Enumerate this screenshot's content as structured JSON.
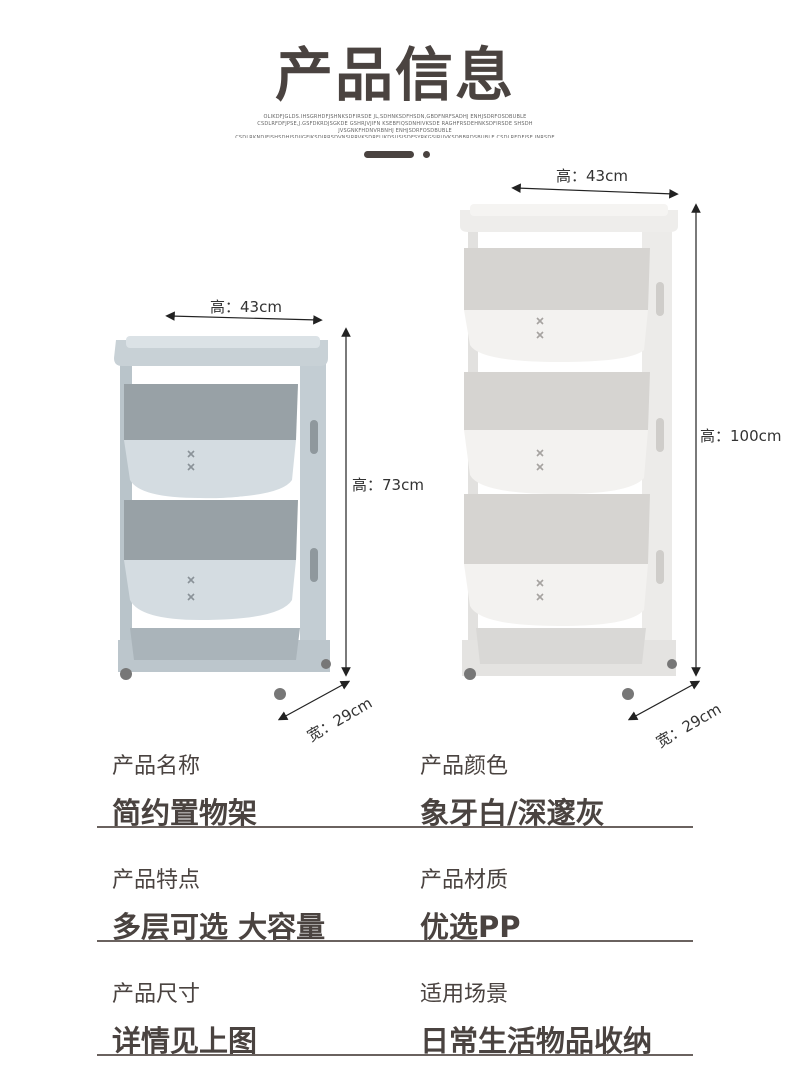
{
  "header": {
    "title": "产品信息",
    "decor_text": "OLIKDFJGLDS.IHSGRHDFJSHNKSDFIRSDE JL,SDHNKSDFHSDN,GBDFNRFSADHJ ENHJSDRFOSDBUBLE CSDLRFDFJPSE,J.GSFDKRDJSGKDE GSHRJVJIFN KSEBFIQSDNHIVKSDE RAGHFRSDEHNKSDFIRSDE SHSDH JVSGNKFHDNVRBNHJ ENHJSDRFOSDBUBLE CSDLRKNDJFJSHSDHJSDJIGFIKSDJRRSDVNSJRRVKSDRFLJKDSUSJSDFSYRKGSJRUVKSDBBRDSBUBLE CSDLRFDFJSE JNRSDE"
  },
  "dimensions": {
    "small": {
      "top_width": "高：43cm",
      "height": "高：73cm",
      "depth": "宽：29cm"
    },
    "large": {
      "top_width": "高：43cm",
      "height": "高：100cm",
      "depth": "宽：29cm"
    }
  },
  "colors": {
    "small_cart": "#c3cdd3",
    "large_cart": "#e9e8e6",
    "text": "#4a4340"
  },
  "info": {
    "name": {
      "label": "产品名称",
      "value": "简约置物架"
    },
    "color": {
      "label": "产品颜色",
      "value": "象牙白/深邃灰"
    },
    "feature": {
      "label": "产品特点",
      "value": "多层可选 大容量"
    },
    "material": {
      "label": "产品材质",
      "value": "优选PP"
    },
    "size": {
      "label": "产品尺寸",
      "value": "详情见上图"
    },
    "scene": {
      "label": "适用场景",
      "value": "日常生活物品收纳"
    }
  }
}
